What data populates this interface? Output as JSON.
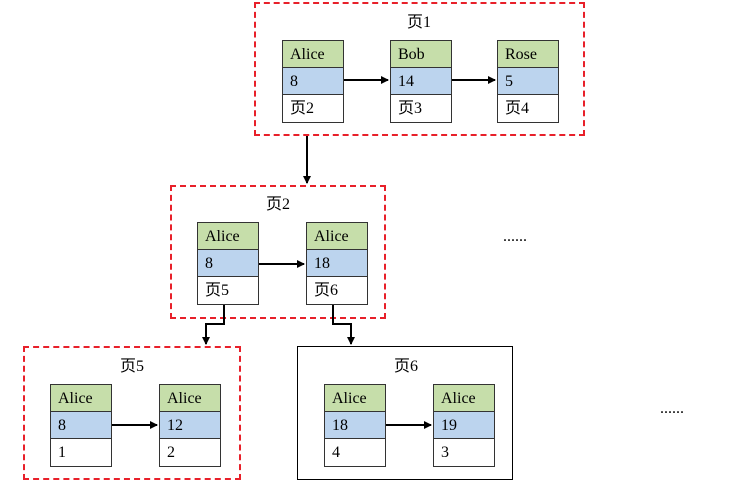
{
  "pages": {
    "p1": {
      "title": "页1",
      "nodes": [
        {
          "name": "Alice",
          "key": "8",
          "ptr": "页2"
        },
        {
          "name": "Bob",
          "key": "14",
          "ptr": "页3"
        },
        {
          "name": "Rose",
          "key": "5",
          "ptr": "页4"
        }
      ]
    },
    "p2": {
      "title": "页2",
      "nodes": [
        {
          "name": "Alice",
          "key": "8",
          "ptr": "页5"
        },
        {
          "name": "Alice",
          "key": "18",
          "ptr": "页6"
        }
      ]
    },
    "p5": {
      "title": "页5",
      "nodes": [
        {
          "name": "Alice",
          "key": "8",
          "ptr": "1"
        },
        {
          "name": "Alice",
          "key": "12",
          "ptr": "2"
        }
      ]
    },
    "p6": {
      "title": "页6",
      "nodes": [
        {
          "name": "Alice",
          "key": "18",
          "ptr": "4"
        },
        {
          "name": "Alice",
          "key": "19",
          "ptr": "3"
        }
      ]
    }
  },
  "ellipsis": {
    "mid": "......",
    "bottom": "......"
  },
  "colors": {
    "name_cell": "#c6deaa",
    "key_cell": "#bcd4ee",
    "dashed_border": "#e8202a"
  }
}
